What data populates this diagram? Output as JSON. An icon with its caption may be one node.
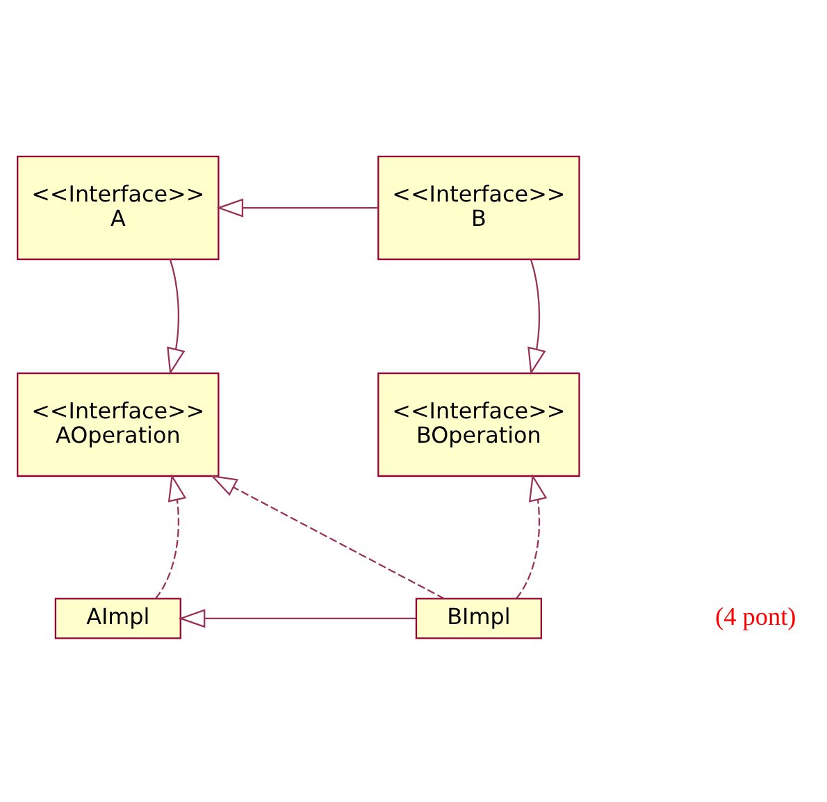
{
  "diagram": {
    "nodes": [
      {
        "text": [
          "<<Interface>>",
          "A"
        ]
      },
      {
        "text": [
          "<<Interface>>",
          "B"
        ]
      },
      {
        "text": [
          "<<Interface>>",
          "AOperation"
        ]
      },
      {
        "text": [
          "<<Interface>>",
          "BOperation"
        ]
      },
      {
        "text": [
          "AImpl"
        ]
      },
      {
        "text": [
          "BImpl"
        ]
      }
    ],
    "edges": [
      {
        "from": 1,
        "to": 0,
        "arrow": "to"
      },
      {
        "from": 0,
        "to": 2,
        "arrow": "to"
      },
      {
        "from": 1,
        "to": 3,
        "arrow": "to"
      },
      {
        "from": 4,
        "to": 2,
        "arrow": "to",
        "style": "dashed"
      },
      {
        "from": 5,
        "to": 2,
        "arrow": "to",
        "style": "dashed"
      },
      {
        "from": 5,
        "to": 3,
        "arrow": "to",
        "style": "dashed"
      },
      {
        "from": 5,
        "to": 4,
        "arrow": "to"
      }
    ],
    "labels": [
      "(4 pont)"
    ]
  }
}
